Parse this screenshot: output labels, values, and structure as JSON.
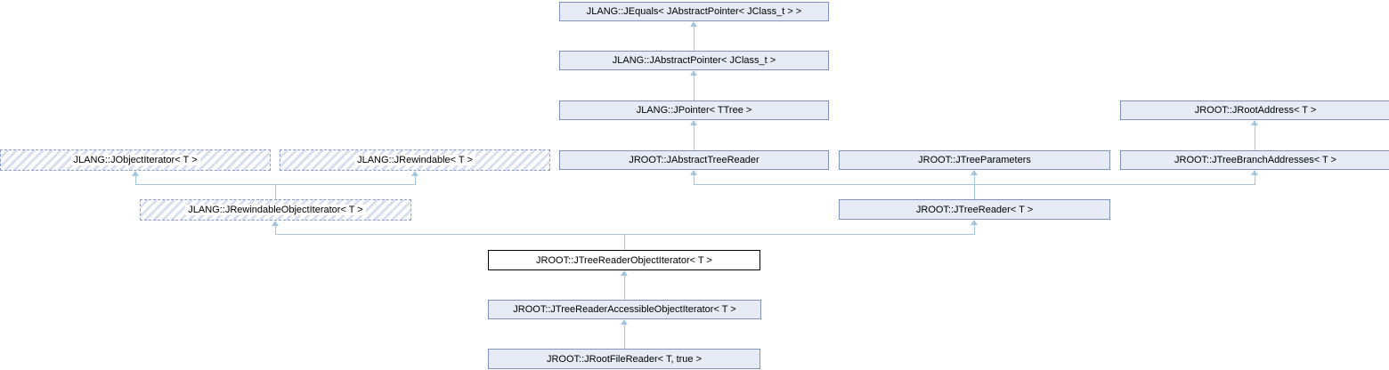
{
  "diagram": {
    "type": "class-inheritance",
    "nodes": [
      {
        "id": "jequals",
        "label": "JLANG::JEquals< JAbstractPointer< JClass_t > >",
        "style": "solid"
      },
      {
        "id": "jabstractpointer",
        "label": "JLANG::JAbstractPointer< JClass_t >",
        "style": "solid"
      },
      {
        "id": "jpointer",
        "label": "JLANG::JPointer< TTree >",
        "style": "solid"
      },
      {
        "id": "jrootaddress",
        "label": "JROOT::JRootAddress< T >",
        "style": "solid"
      },
      {
        "id": "jobjectiterator",
        "label": "JLANG::JObjectIterator< T >",
        "style": "hatched"
      },
      {
        "id": "jrewindable",
        "label": "JLANG::JRewindable< T >",
        "style": "hatched"
      },
      {
        "id": "jabstracttreereader",
        "label": "JROOT::JAbstractTreeReader",
        "style": "solid"
      },
      {
        "id": "jtreeparameters",
        "label": "JROOT::JTreeParameters",
        "style": "solid"
      },
      {
        "id": "jtreebranchaddresses",
        "label": "JROOT::JTreeBranchAddresses< T >",
        "style": "solid"
      },
      {
        "id": "jrewindableobjectiterator",
        "label": "JLANG::JRewindableObjectIterator< T >",
        "style": "hatched"
      },
      {
        "id": "jtreereader",
        "label": "JROOT::JTreeReader< T >",
        "style": "solid"
      },
      {
        "id": "jtreereaderobjectiterator",
        "label": "JROOT::JTreeReaderObjectIterator< T >",
        "style": "current"
      },
      {
        "id": "jtreereaderaccessibleobjectiterator",
        "label": "JROOT::JTreeReaderAccessibleObjectIterator< T >",
        "style": "solid"
      },
      {
        "id": "jrootfilereader",
        "label": "JROOT::JRootFileReader< T, true >",
        "style": "solid"
      }
    ],
    "edges": [
      {
        "from": "jabstractpointer",
        "to": "jequals",
        "type": "inheritance"
      },
      {
        "from": "jpointer",
        "to": "jabstractpointer",
        "type": "inheritance"
      },
      {
        "from": "jabstracttreereader",
        "to": "jpointer",
        "type": "inheritance"
      },
      {
        "from": "jtreebranchaddresses",
        "to": "jrootaddress",
        "type": "inheritance"
      },
      {
        "from": "jrewindableobjectiterator",
        "to": "jobjectiterator",
        "type": "inheritance"
      },
      {
        "from": "jrewindableobjectiterator",
        "to": "jrewindable",
        "type": "inheritance"
      },
      {
        "from": "jtreereader",
        "to": "jabstracttreereader",
        "type": "inheritance"
      },
      {
        "from": "jtreereader",
        "to": "jtreeparameters",
        "type": "inheritance"
      },
      {
        "from": "jtreereader",
        "to": "jtreebranchaddresses",
        "type": "inheritance"
      },
      {
        "from": "jtreereaderobjectiterator",
        "to": "jrewindableobjectiterator",
        "type": "inheritance"
      },
      {
        "from": "jtreereaderobjectiterator",
        "to": "jtreereader",
        "type": "inheritance"
      },
      {
        "from": "jtreereaderaccessibleobjectiterator",
        "to": "jtreereaderobjectiterator",
        "type": "inheritance"
      },
      {
        "from": "jrootfilereader",
        "to": "jtreereaderaccessibleobjectiterator",
        "type": "inheritance"
      }
    ]
  },
  "colors": {
    "canvas_bg": "#ffffff",
    "node_fill": "#e7ebf5",
    "node_border": "#7e93bf",
    "dash_border": "#8a9cc8",
    "hatch_stripe": "#d9dfef",
    "current_fill": "#ffffff",
    "current_border": "#000000",
    "edge_color": "#a3c7de",
    "text_color": "#000000"
  }
}
